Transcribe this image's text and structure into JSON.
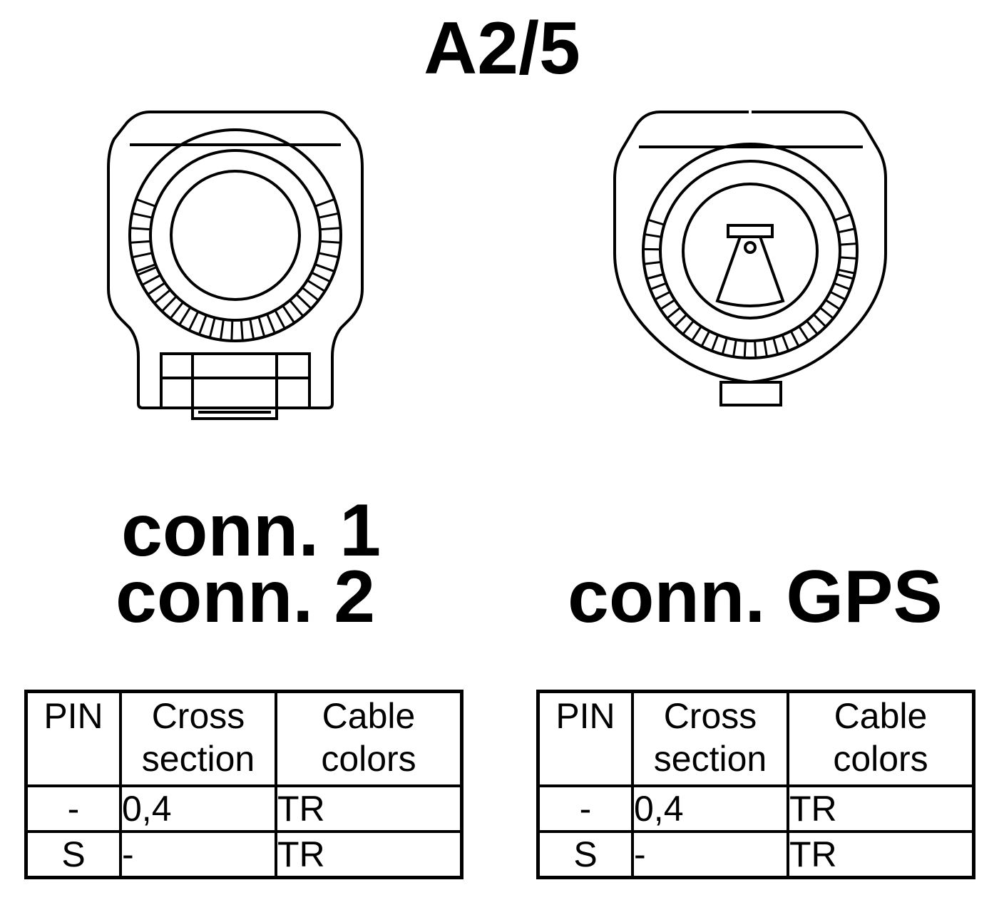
{
  "title": "A2/5",
  "connector_left": {
    "label_line1": "conn. 1",
    "label_line2": "conn. 2"
  },
  "connector_right": {
    "label": "conn. GPS"
  },
  "table_left": {
    "headers": {
      "pin": "PIN",
      "cross_line1": "Cross",
      "cross_line2": "section",
      "cable_line1": "Cable",
      "cable_line2": "colors"
    },
    "rows": [
      {
        "pin": "-",
        "cross": "0,4",
        "color": "TR"
      },
      {
        "pin": "S",
        "cross": "-",
        "color": "TR"
      }
    ]
  },
  "table_right": {
    "headers": {
      "pin": "PIN",
      "cross_line1": "Cross",
      "cross_line2": "section",
      "cable_line1": "Cable",
      "cable_line2": "colors"
    },
    "rows": [
      {
        "pin": "-",
        "cross": "0,4",
        "color": "TR"
      },
      {
        "pin": "S",
        "cross": "-",
        "color": "TR"
      }
    ]
  }
}
